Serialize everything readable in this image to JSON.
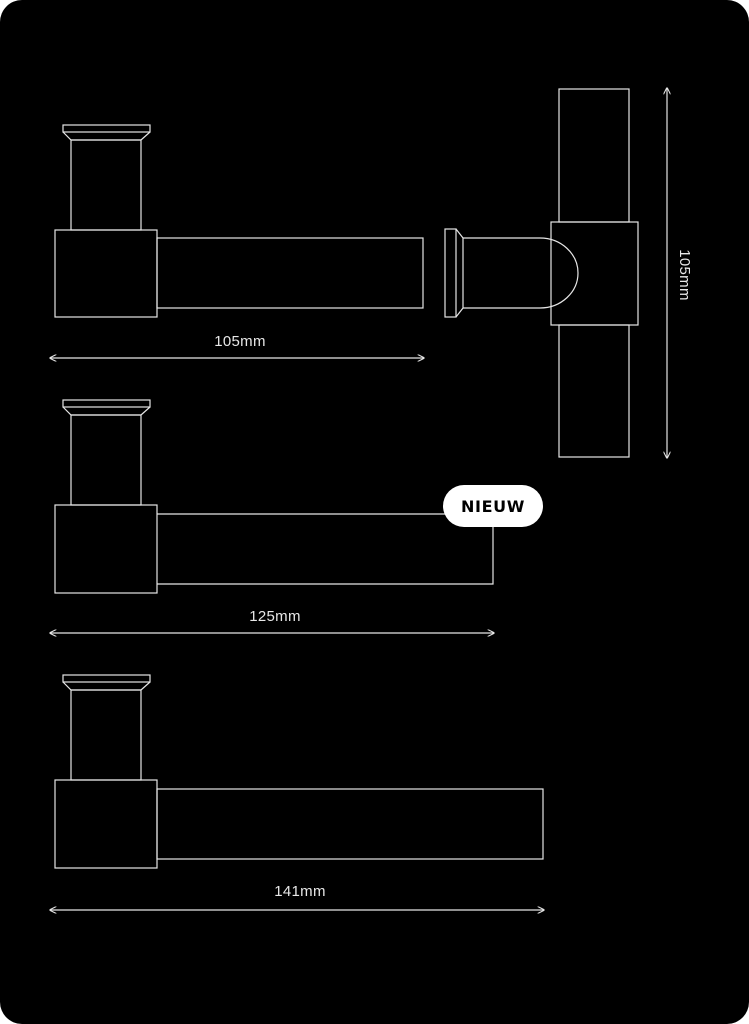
{
  "colors": {
    "background": "#000000",
    "line": "#e6e6e6",
    "badge_bg": "#ffffff",
    "badge_text": "#000000"
  },
  "views": {
    "side_105": {
      "dimension": "105mm"
    },
    "side_125": {
      "dimension": "125mm",
      "badge": "NIEUW"
    },
    "side_141": {
      "dimension": "141mm"
    },
    "top_view": {
      "dimension": "105mm"
    }
  }
}
